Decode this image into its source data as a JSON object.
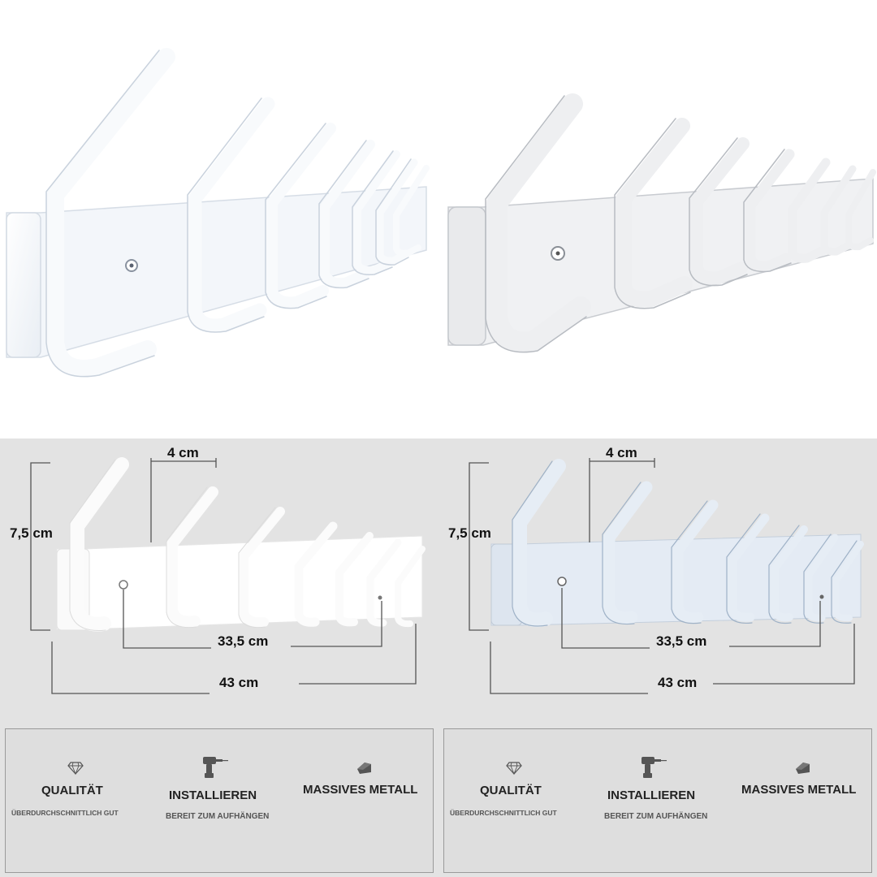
{
  "colors": {
    "white_variant": "#f6f8fb",
    "gray_variant": "#eceef1",
    "blue_variant": "#dfe8f3",
    "panel_background": "#dedede"
  },
  "dimension_views": [
    {
      "height_label": "7,5 cm",
      "spacing_label": "4 cm",
      "hole_distance_label": "33,5 cm",
      "total_length_label": "43 cm"
    },
    {
      "height_label": "7,5 cm",
      "spacing_label": "4 cm",
      "hole_distance_label": "33,5 cm",
      "total_length_label": "43 cm"
    }
  ],
  "feature_panels": [
    {
      "features": [
        {
          "icon": "diamond-icon",
          "title": "QUALITÄT",
          "subtitle": "ÜBERDURCHSCHNITTLICH GUT"
        },
        {
          "icon": "drill-icon",
          "title": "INSTALLIEREN",
          "subtitle": "BEREIT ZUM AUFHÄNGEN"
        },
        {
          "icon": "metal-block-icon",
          "title": "MASSIVES METALL",
          "subtitle": ""
        }
      ]
    },
    {
      "features": [
        {
          "icon": "diamond-icon",
          "title": "QUALITÄT",
          "subtitle": "ÜBERDURCHSCHNITTLICH GUT"
        },
        {
          "icon": "drill-icon",
          "title": "INSTALLIEREN",
          "subtitle": "BEREIT ZUM AUFHÄNGEN"
        },
        {
          "icon": "metal-block-icon",
          "title": "MASSIVES METALL",
          "subtitle": ""
        }
      ]
    }
  ]
}
